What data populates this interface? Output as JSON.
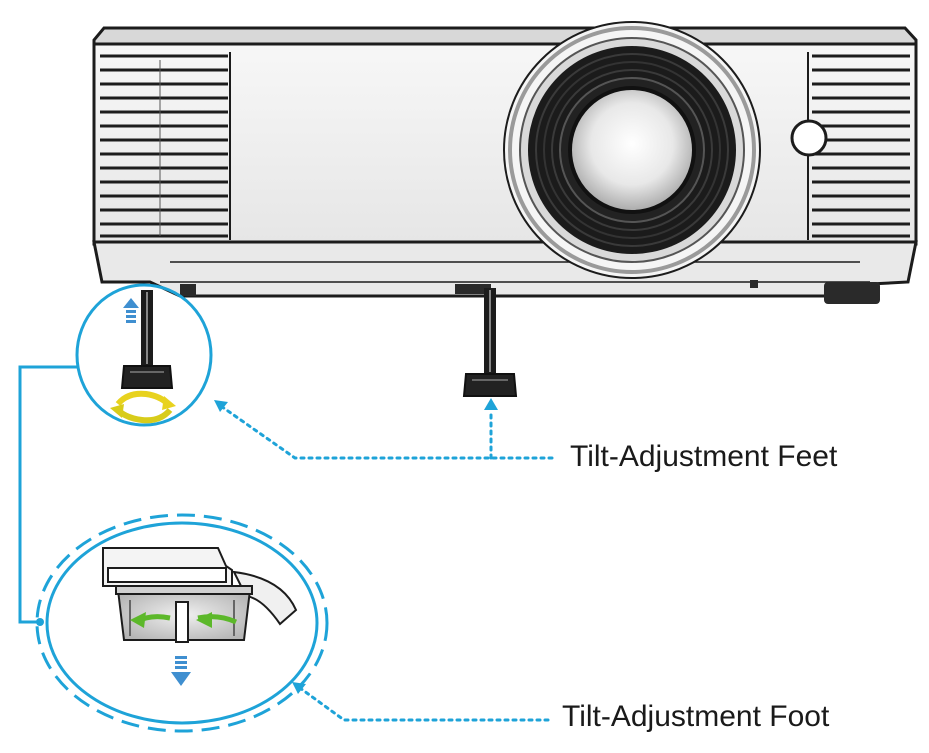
{
  "figure": {
    "subject": "projector-tilt-adjustment",
    "labels": {
      "feet": "Tilt-Adjustment Feet",
      "foot": "Tilt-Adjustment Foot"
    }
  },
  "colors": {
    "callout_blue": "#1ea3d8",
    "rotation_yellow": "#e8d21e",
    "rotation_green": "#5cb82a",
    "body_dark": "#1c1c1c",
    "body_light": "#f2f2f2"
  },
  "icons": {
    "up_arrow": "arrow-up-icon",
    "down_arrow": "arrow-down-icon",
    "rotate": "rotate-arrows-icon"
  }
}
